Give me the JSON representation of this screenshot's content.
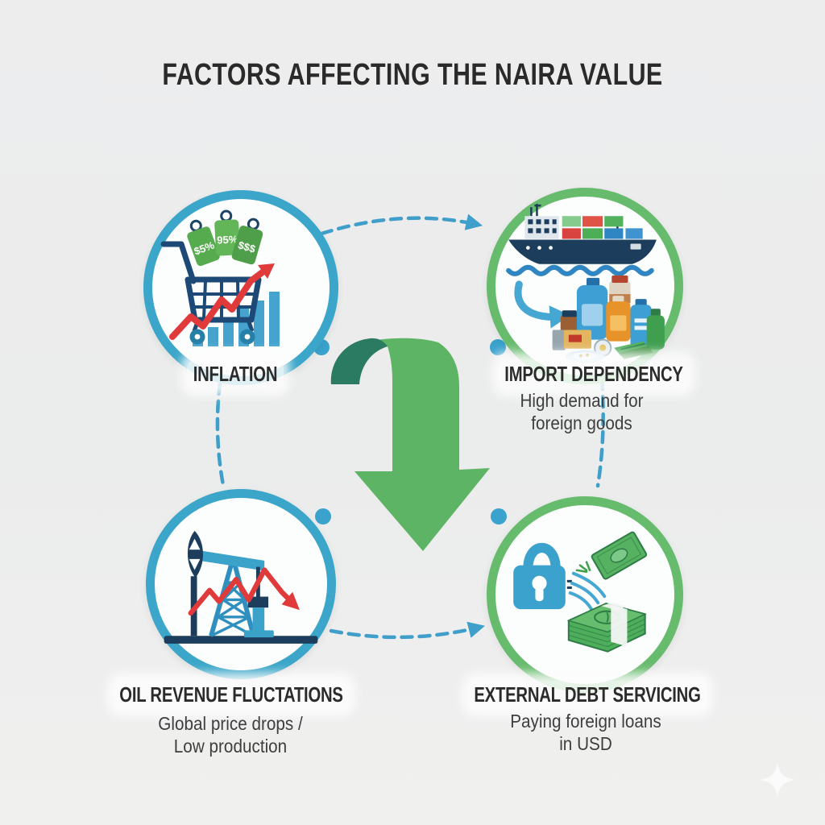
{
  "title": "FACTORS AFFECTING THE NAIRA VALUE",
  "nodes": [
    {
      "id": "inflation",
      "label": "INFLATION",
      "sub1": "",
      "sub2": "",
      "ring": "blue",
      "icon": "shopping-cart-price-tags-rising-chart"
    },
    {
      "id": "import-dependency",
      "label": "IMPORT DEPENDENCY",
      "sub1": "High demand for",
      "sub2": "foreign goods",
      "ring": "green",
      "icon": "cargo-ship-imported-goods"
    },
    {
      "id": "oil-revenue-fluctations",
      "label": "OIL REVENUE FLUCTATIONS",
      "sub1": "Global price drops /",
      "sub2": "Low production",
      "ring": "blue",
      "icon": "oil-pumpjack-falling-chart"
    },
    {
      "id": "external-debt-servicing",
      "label": "EXTERNAL DEBT SERVICING",
      "sub1": "Paying foreign loans",
      "sub2": "in USD",
      "ring": "green",
      "icon": "padlock-dollar-notes"
    }
  ],
  "price_tags": [
    "$5%",
    "95%",
    "$$$"
  ],
  "colors": {
    "dash_blue": "#3f9fca",
    "dot_blue": "#3aa2cc",
    "blue_ring": "#3ba6c9",
    "green_ring": "#67bb6d",
    "arrow_green": "#5cb464",
    "arrow_fold": "#2b7a62",
    "red_accent": "#e03a3a",
    "navy": "#1d4466",
    "tag_green": "#5fb054",
    "bar_blue": "#45a3cd",
    "water_blue": "#2f86c2",
    "note_green": "#4fae5c",
    "note_dark": "#2e7d47",
    "text_dark": "#2b2b2b",
    "text_sub": "#3e3e3e",
    "background": "#ececec"
  }
}
